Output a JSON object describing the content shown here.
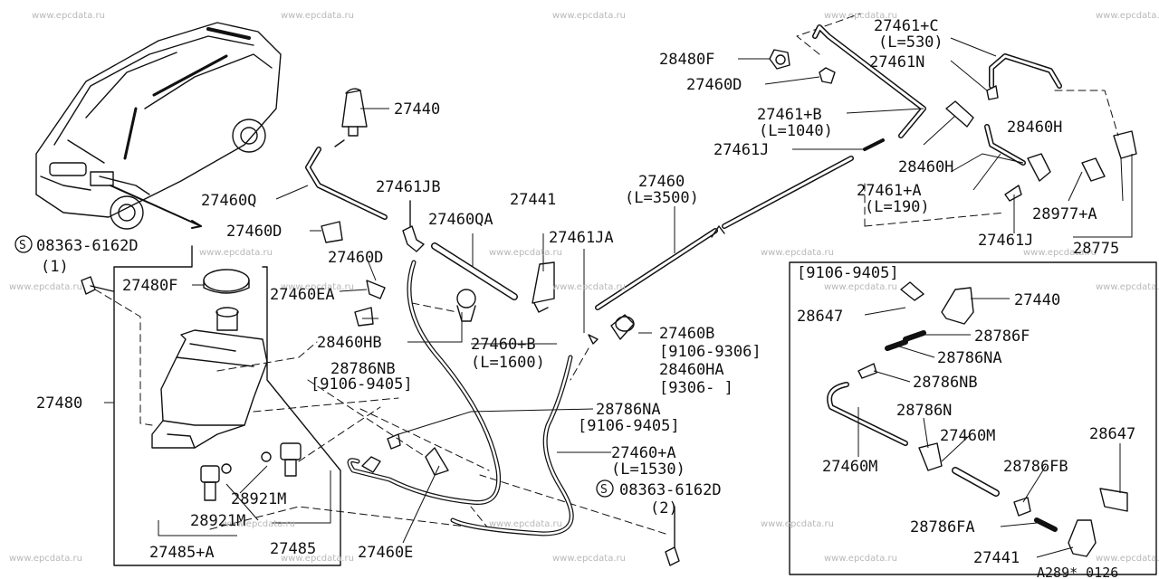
{
  "diagram": {
    "watermark": "www.epcdata.ru",
    "footer_code": "A289* 0126",
    "inset_period": "[9106-9405]",
    "labels": {
      "p27440a": "27440",
      "p27460q": "27460Q",
      "p27460d_a": "27460D",
      "p27460d_b": "27460D",
      "bolt1_code": "08363-6162D",
      "bolt1_qty": "(1)",
      "p27480f": "27480F",
      "p27460ea": "27460EA",
      "p28460hb": "28460HB",
      "p28786nb_a": "28786NB",
      "period_a": "[9106-9405]",
      "p27480": "27480",
      "p28921m_a": "28921M",
      "p28921m_b": "28921M",
      "p27485a": "27485+A",
      "p27485": "27485",
      "p27460e": "27460E",
      "p27461jb": "27461JB",
      "p27460qa": "27460QA",
      "p27441a": "27441",
      "p27461ja": "27461JA",
      "p27460b_top": "27460+B",
      "p27460b_len": "(L=1600)",
      "p27460_b": "27460B",
      "p27460b_per": "[9106-9306]",
      "p28460ha": "28460HA",
      "p28460ha_per": "[9306-    ]",
      "p28786na_a": "28786NA",
      "period_b": "[9106-9405]",
      "p27460a_top": "27460+A",
      "p27460a_len": "(L=1530)",
      "bolt2_code": "08363-6162D",
      "bolt2_qty": "(2)",
      "p27460": "27460",
      "p27460_len": "(L=3500)",
      "p28480f": "28480F",
      "p27460d_c": "27460D",
      "p27461b": "27461+B",
      "p27461b_len": "(L=1040)",
      "p27461j_a": "27461J",
      "p27461c": "27461+C",
      "p27461c_len": "(L=530)",
      "p27461n": "27461N",
      "p28460h_a": "28460H",
      "p28460h_b": "28460H",
      "p27461a": "27461+A",
      "p27461a_len": "(L=190)",
      "p28977a": "28977+A",
      "p27461j_b": "27461J",
      "p28775": "28775",
      "i28647a": "28647",
      "i27440": "27440",
      "i28786f": "28786F",
      "i28786na": "28786NA",
      "i28786nb": "28786NB",
      "i28786n": "28786N",
      "i27460m_a": "27460M",
      "i27460m_b": "27460M",
      "i28786fb": "28786FB",
      "i28647b": "28647",
      "i28786fa": "28786FA",
      "i27441": "27441"
    },
    "bolt_symbol": "S"
  }
}
